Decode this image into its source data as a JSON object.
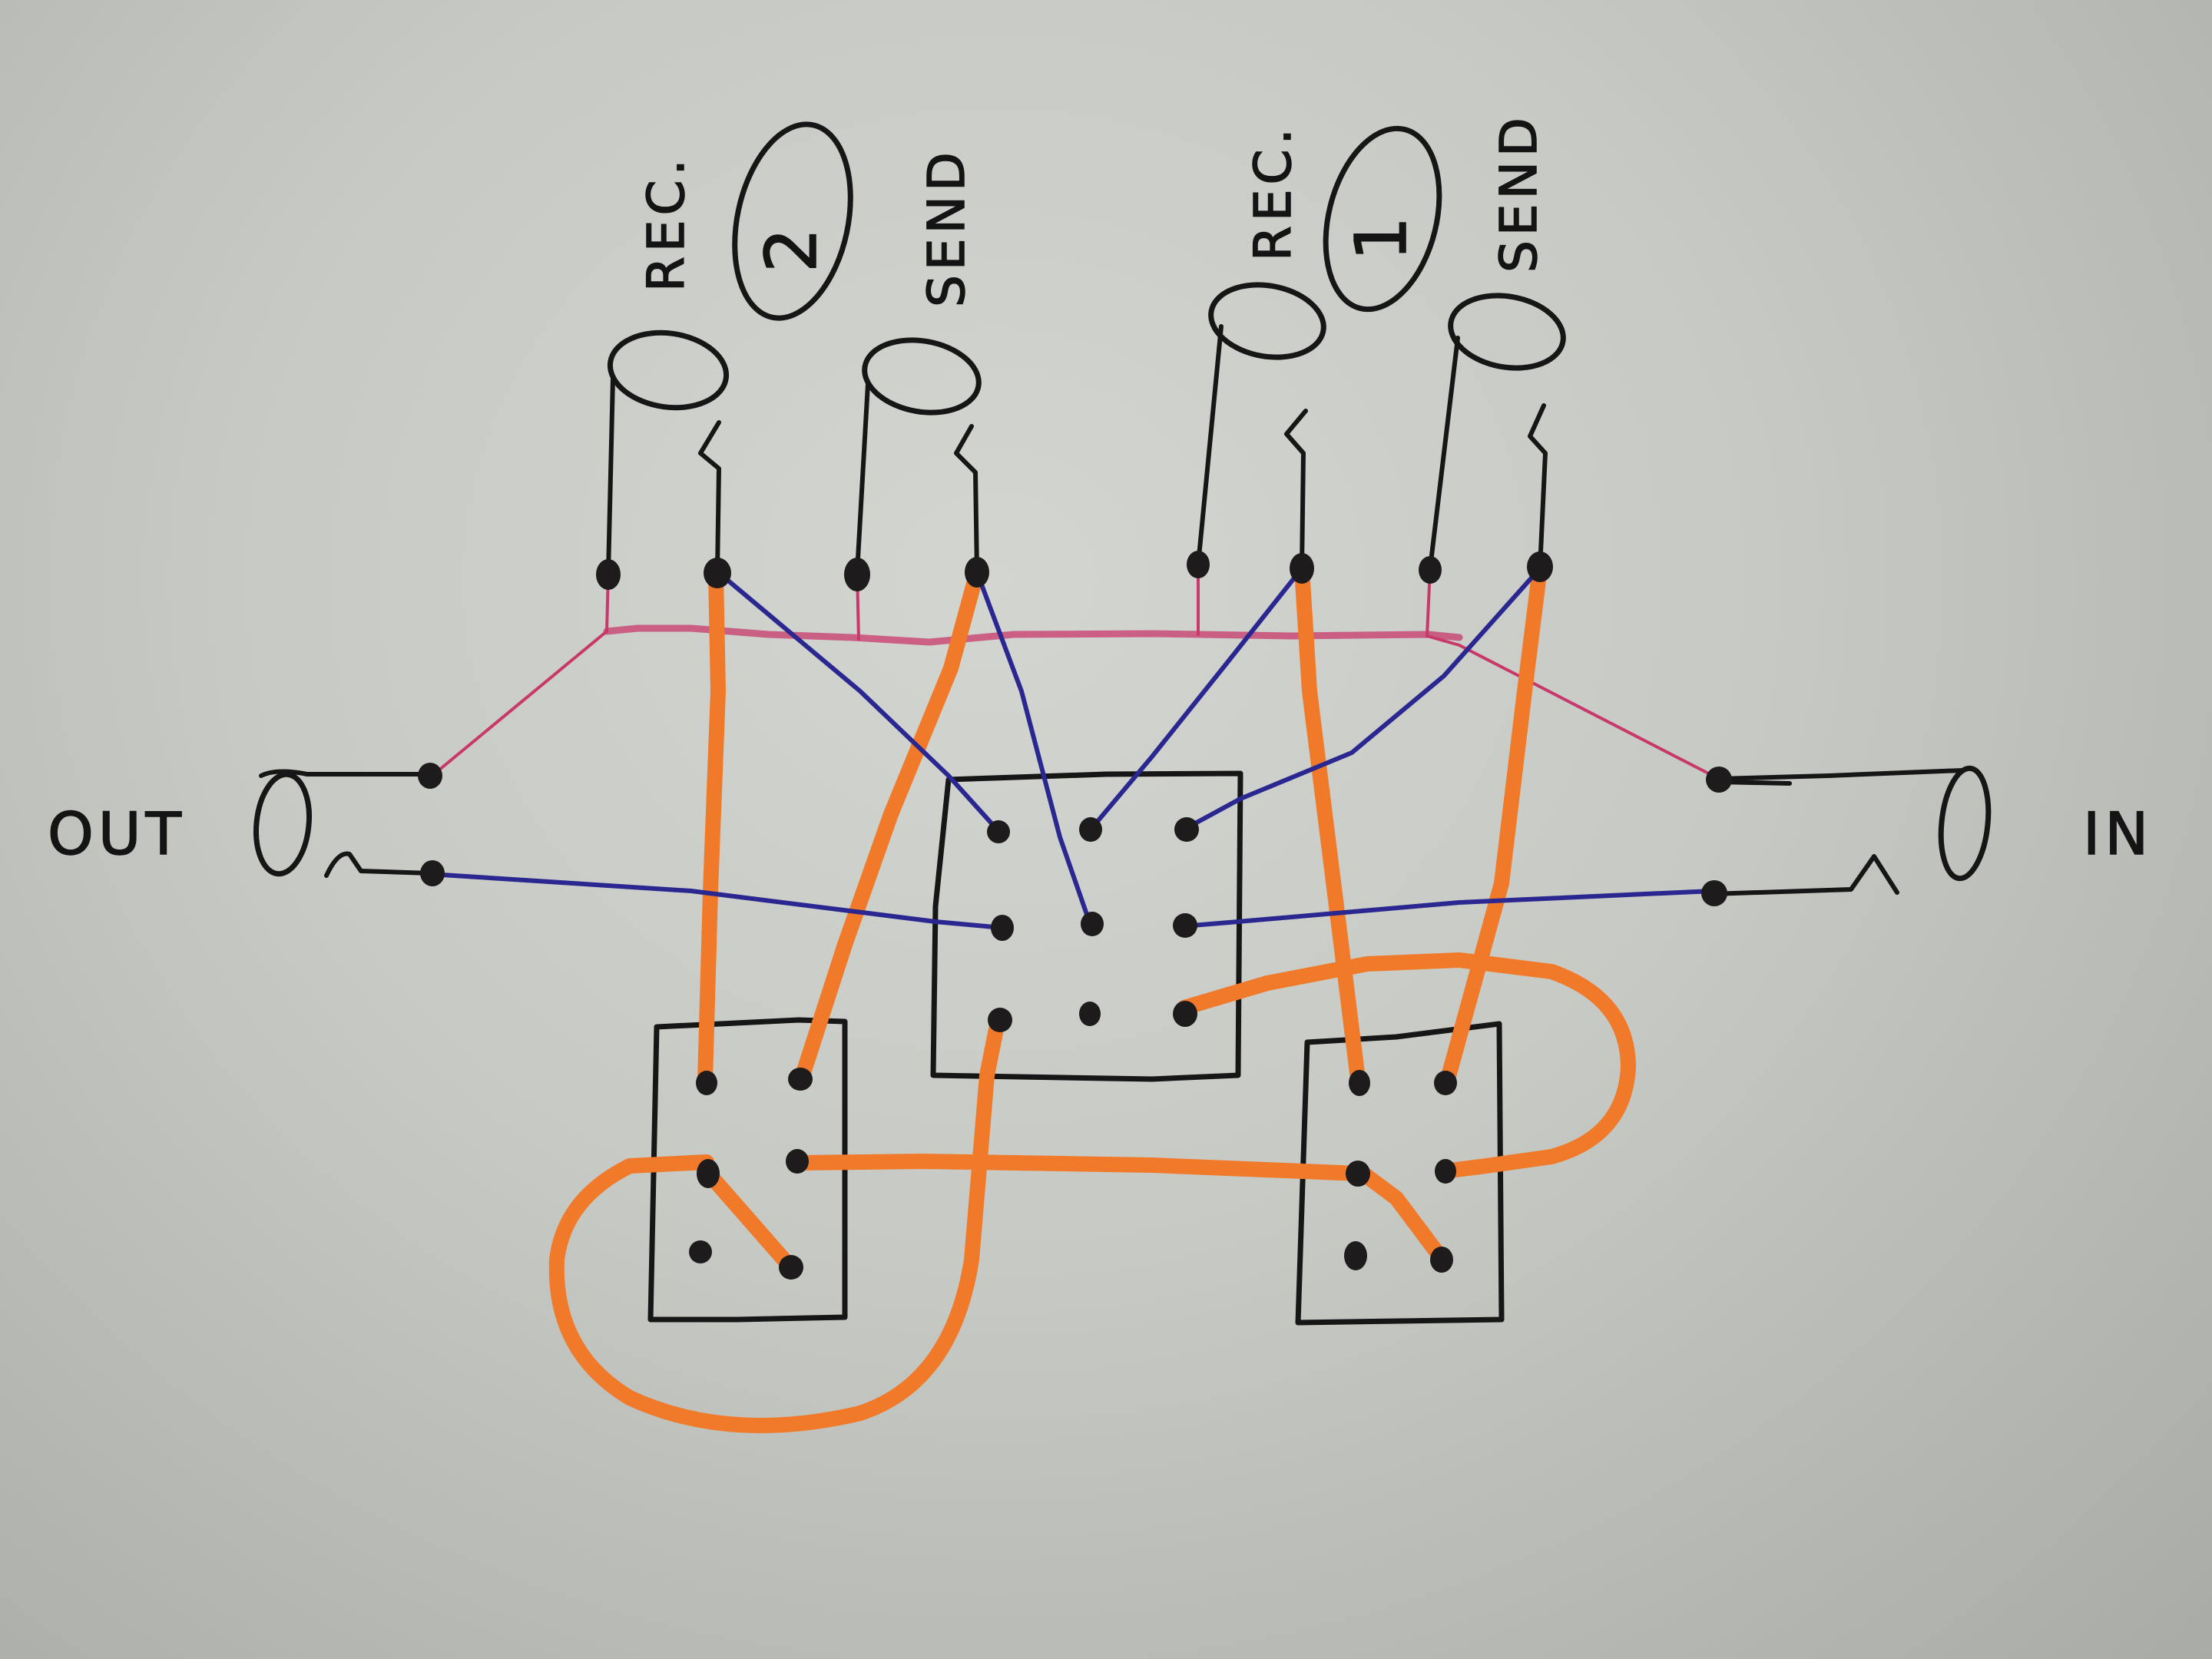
{
  "diagram": {
    "title": "Hand-drawn insert/loop switching wiring diagram",
    "colors": {
      "paper": "#c9cbc6",
      "ink": "#161616",
      "signal_wire_orange": "#f07a2a",
      "tip_wire_blue": "#2b2790",
      "ground_wire_pink": "#c8386b"
    },
    "labels": {
      "out": "OUT",
      "in": "IN",
      "loop2_rec": "REC.",
      "loop2_number": "2",
      "loop2_send": "SEND",
      "loop1_rec": "REC.",
      "loop1_number": "1",
      "loop1_send": "SEND"
    },
    "jacks": [
      {
        "id": "loop2-rec",
        "label": "REC.",
        "group": "2"
      },
      {
        "id": "loop2-send",
        "label": "SEND",
        "group": "2"
      },
      {
        "id": "loop1-rec",
        "label": "REC.",
        "group": "1"
      },
      {
        "id": "loop1-send",
        "label": "SEND",
        "group": "1"
      },
      {
        "id": "out-jack",
        "label": "OUT"
      },
      {
        "id": "in-jack",
        "label": "IN"
      }
    ],
    "switches": [
      {
        "id": "main-3pdt",
        "lugs": 9,
        "layout": "3x3"
      },
      {
        "id": "loop2-dpdt",
        "lugs": 6,
        "layout": "2x3"
      },
      {
        "id": "loop1-dpdt",
        "lugs": 6,
        "layout": "2x3"
      }
    ]
  }
}
